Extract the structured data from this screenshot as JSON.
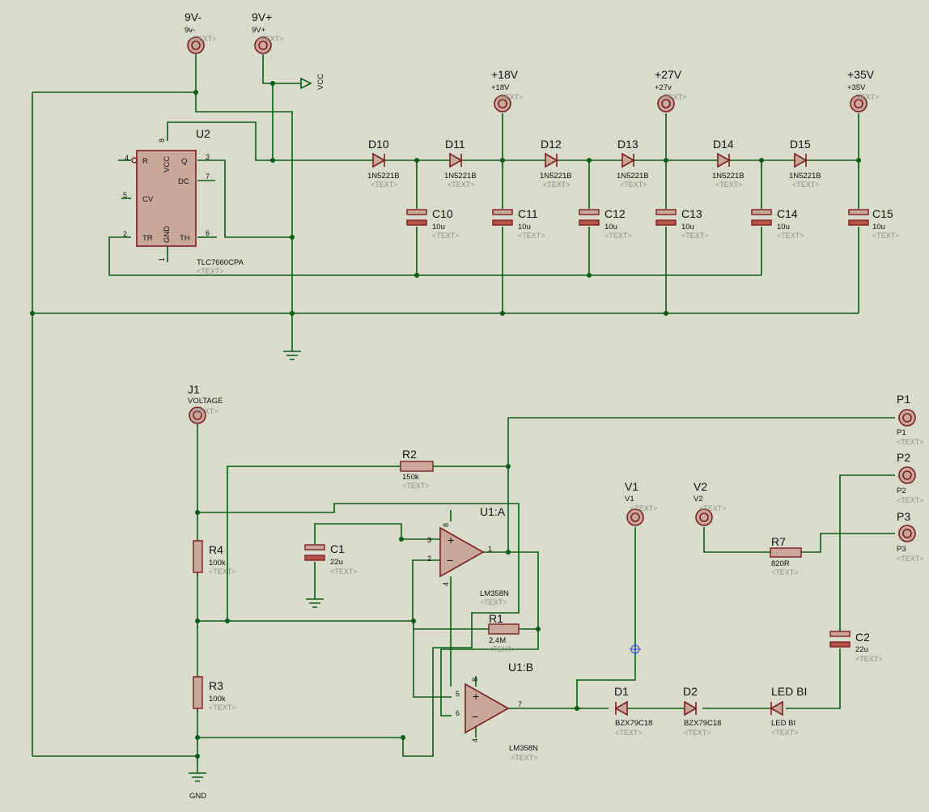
{
  "terminals": [
    {
      "ref": "9V-",
      "value": "9v-",
      "text": "<TEXT>"
    },
    {
      "ref": "9V+",
      "value": "9V+",
      "text": "<TEXT>"
    },
    {
      "ref": "+18V",
      "value": "+18V",
      "text": "<TEXT>"
    },
    {
      "ref": "+27V",
      "value": "+27v",
      "text": "<TEXT>"
    },
    {
      "ref": "+35V",
      "value": "+35V",
      "text": "<TEXT>"
    },
    {
      "ref": "J1",
      "value": "VOLTAGE",
      "text": "<TEXT>"
    },
    {
      "ref": "P1",
      "value": "P1",
      "text": "<TEXT>"
    },
    {
      "ref": "P2",
      "value": "P2",
      "text": "<TEXT>"
    },
    {
      "ref": "P3",
      "value": "P3",
      "text": "<TEXT>"
    },
    {
      "ref": "V1",
      "value": "V1",
      "text": "<TEXT>"
    },
    {
      "ref": "V2",
      "value": "V2",
      "text": "<TEXT>"
    }
  ],
  "vcc": "VCC",
  "gnd": "GND",
  "u2": {
    "ref": "U2",
    "part": "TLC7660CPA",
    "text": "<TEXT>",
    "pins": {
      "r": "R",
      "vcc": "VCC",
      "q": "Q",
      "dc": "DC",
      "cv": "CV",
      "tr": "TR",
      "gnd": "GND",
      "th": "TH",
      "n1": "1",
      "n2": "2",
      "n3": "3",
      "n4": "4",
      "n5": "5",
      "n6": "6",
      "n7": "7",
      "n8": "8"
    }
  },
  "diodes": [
    {
      "ref": "D10",
      "value": "1N5221B",
      "text": "<TEXT>"
    },
    {
      "ref": "D11",
      "value": "1N5221B",
      "text": "<TEXT>"
    },
    {
      "ref": "D12",
      "value": "1N5221B",
      "text": "<TEXT>"
    },
    {
      "ref": "D13",
      "value": "1N5221B",
      "text": "<TEXT>"
    },
    {
      "ref": "D14",
      "value": "1N5221B",
      "text": "<TEXT>"
    },
    {
      "ref": "D15",
      "value": "1N5221B",
      "text": "<TEXT>"
    },
    {
      "ref": "D1",
      "value": "BZX79C18",
      "text": "<TEXT>"
    },
    {
      "ref": "D2",
      "value": "BZX79C18",
      "text": "<TEXT>"
    },
    {
      "ref": "LED BI",
      "value": "LED BI",
      "text": "<TEXT>"
    }
  ],
  "capacitors": [
    {
      "ref": "C10",
      "value": "10u",
      "text": "<TEXT>"
    },
    {
      "ref": "C11",
      "value": "10u",
      "text": "<TEXT>"
    },
    {
      "ref": "C12",
      "value": "10u",
      "text": "<TEXT>"
    },
    {
      "ref": "C13",
      "value": "10u",
      "text": "<TEXT>"
    },
    {
      "ref": "C14",
      "value": "10u",
      "text": "<TEXT>"
    },
    {
      "ref": "C15",
      "value": "10u",
      "text": "<TEXT>"
    },
    {
      "ref": "C1",
      "value": "22u",
      "text": "<TEXT>"
    },
    {
      "ref": "C2",
      "value": "22u",
      "text": "<TEXT>"
    }
  ],
  "resistors": [
    {
      "ref": "R2",
      "value": "150k",
      "text": "<TEXT>"
    },
    {
      "ref": "R4",
      "value": "100k",
      "text": "<TEXT>"
    },
    {
      "ref": "R3",
      "value": "100k",
      "text": "<TEXT>"
    },
    {
      "ref": "R1",
      "value": "2.4M",
      "text": "<TEXT>"
    },
    {
      "ref": "R7",
      "value": "820R",
      "text": "<TEXT>"
    }
  ],
  "opamps": [
    {
      "ref": "U1:A",
      "part": "LM358N",
      "text": "<TEXT>",
      "pins": {
        "plus": "3",
        "minus": "2",
        "out": "1",
        "vcc": "8",
        "vee": "4"
      }
    },
    {
      "ref": "U1:B",
      "part": "LM358N",
      "text": "<TEXT>",
      "pins": {
        "plus": "5",
        "minus": "6",
        "out": "7",
        "vcc": "8",
        "vee": "4"
      }
    }
  ]
}
